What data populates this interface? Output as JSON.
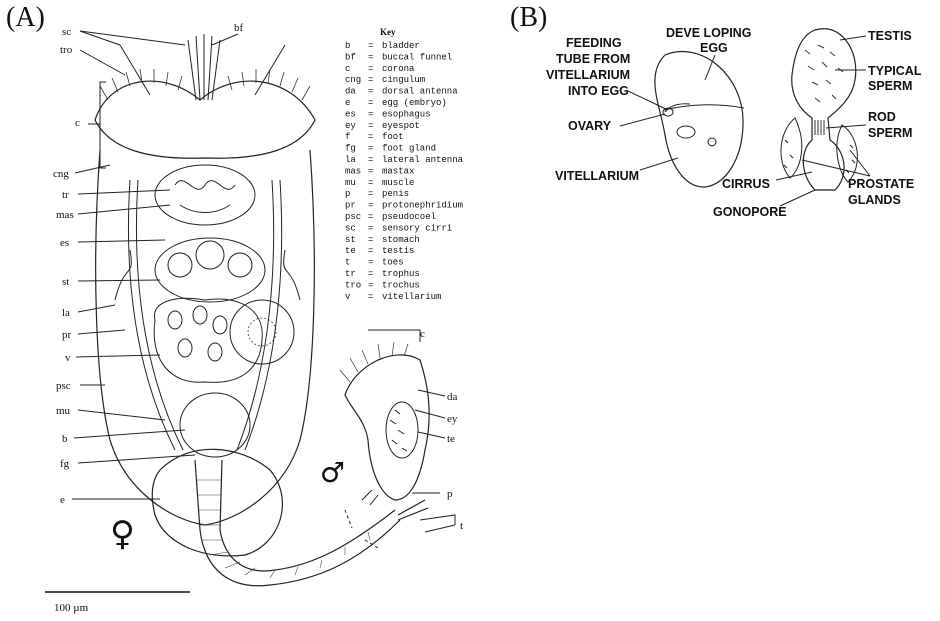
{
  "panels": {
    "a_tag": "(A)",
    "b_tag": "(B)"
  },
  "panel_a": {
    "labels_left": [
      "sc",
      "tro",
      "c",
      "cng",
      "tr",
      "mas",
      "es",
      "st",
      "la",
      "pr",
      "v",
      "psc",
      "mu",
      "b",
      "fg",
      "e"
    ],
    "label_top": "bf",
    "male_labels": [
      "c",
      "da",
      "ey",
      "te",
      "p",
      "t"
    ],
    "key_title": "Key",
    "key": [
      [
        "b",
        "bladder"
      ],
      [
        "bf",
        "buccal funnel"
      ],
      [
        "c",
        "corona"
      ],
      [
        "cng",
        "cingulum"
      ],
      [
        "da",
        "dorsal antenna"
      ],
      [
        "e",
        "egg (embryo)"
      ],
      [
        "es",
        "esophagus"
      ],
      [
        "ey",
        "eyespot"
      ],
      [
        "f",
        "foot"
      ],
      [
        "fg",
        "foot gland"
      ],
      [
        "la",
        "lateral antenna"
      ],
      [
        "mas",
        "mastax"
      ],
      [
        "mu",
        "muscle"
      ],
      [
        "p",
        "penis"
      ],
      [
        "pr",
        "protonephridium"
      ],
      [
        "psc",
        "pseudocoel"
      ],
      [
        "sc",
        "sensory cirri"
      ],
      [
        "st",
        "stomach"
      ],
      [
        "te",
        "testis"
      ],
      [
        "t",
        "toes"
      ],
      [
        "tr",
        "trophus"
      ],
      [
        "tro",
        "trochus"
      ],
      [
        "v",
        "vitellarium"
      ]
    ],
    "female_symbol": "♀",
    "male_symbol": "♂",
    "scale_bar": "100 µm"
  },
  "panel_b": {
    "labels": {
      "feeding_1": "FEEDING",
      "feeding_2": "TUBE FROM",
      "feeding_3": "VITELLARIUM",
      "feeding_4": "INTO EGG",
      "developing_1": "DEVE LOPING",
      "developing_2": "EGG",
      "ovary": "OVARY",
      "vitellarium": "VITELLARIUM",
      "testis": "TESTIS",
      "typical_1": "TYPICAL",
      "typical_2": "SPERM",
      "rod_1": "ROD",
      "rod_2": "SPERM",
      "cirrus": "CIRRUS",
      "prostate_1": "PROSTATE",
      "prostate_2": "GLANDS",
      "gonopore": "GONOPORE"
    }
  }
}
